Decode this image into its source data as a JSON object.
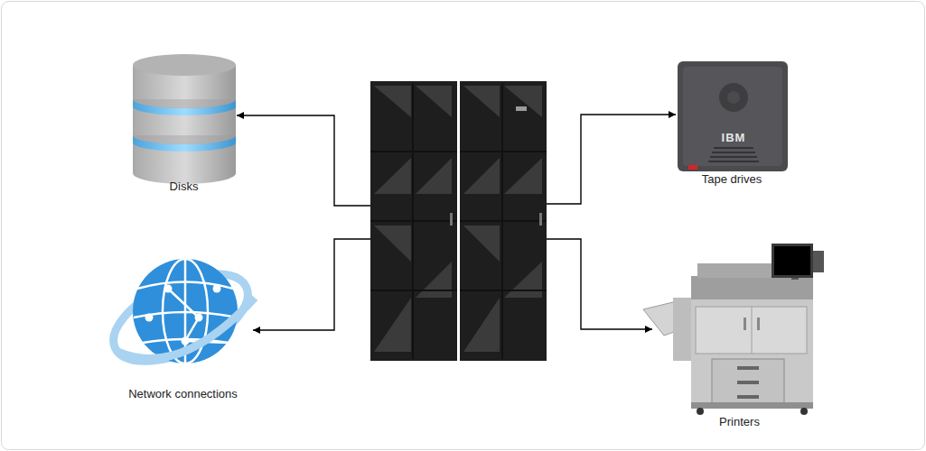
{
  "diagram": {
    "nodes": [
      {
        "text": [
          "Disks"
        ]
      },
      {
        "text": []
      },
      {
        "text": [
          "Tape drives"
        ]
      },
      {
        "text": [
          "Network connections"
        ]
      },
      {
        "text": [
          "Printers"
        ]
      }
    ],
    "edges": [
      {
        "from": 1,
        "to": 0,
        "arrow": "to"
      },
      {
        "from": 1,
        "to": 2,
        "arrow": "to"
      },
      {
        "from": 1,
        "to": 3,
        "arrow": "to"
      },
      {
        "from": 1,
        "to": 4,
        "arrow": "to"
      }
    ],
    "labels": [
      "IBM"
    ]
  }
}
